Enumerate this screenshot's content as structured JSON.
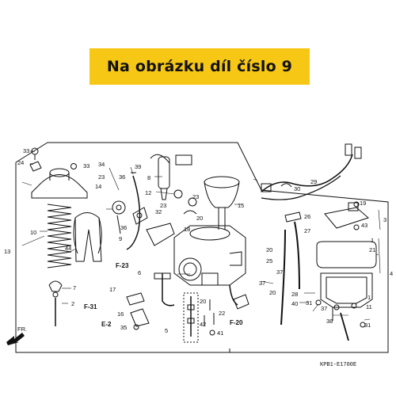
{
  "banner": {
    "text": "Na obrázku díl číslo 9",
    "color": "#f6c715"
  },
  "diagram": {
    "code": "KPB1-E1700E",
    "direction_label": "FR.",
    "refs": [
      "F-23",
      "F-31",
      "E-2",
      "F-20"
    ],
    "callouts": [
      "1",
      "2",
      "3",
      "4",
      "5",
      "6",
      "7",
      "8",
      "9",
      "10",
      "11",
      "12",
      "13",
      "14",
      "15",
      "16",
      "17",
      "18",
      "19",
      "20",
      "21",
      "22",
      "23",
      "24",
      "25",
      "26",
      "27",
      "28",
      "29",
      "30",
      "31",
      "32",
      "33",
      "34",
      "35",
      "36",
      "37",
      "38",
      "39",
      "40",
      "41",
      "42",
      "43",
      "44"
    ]
  }
}
